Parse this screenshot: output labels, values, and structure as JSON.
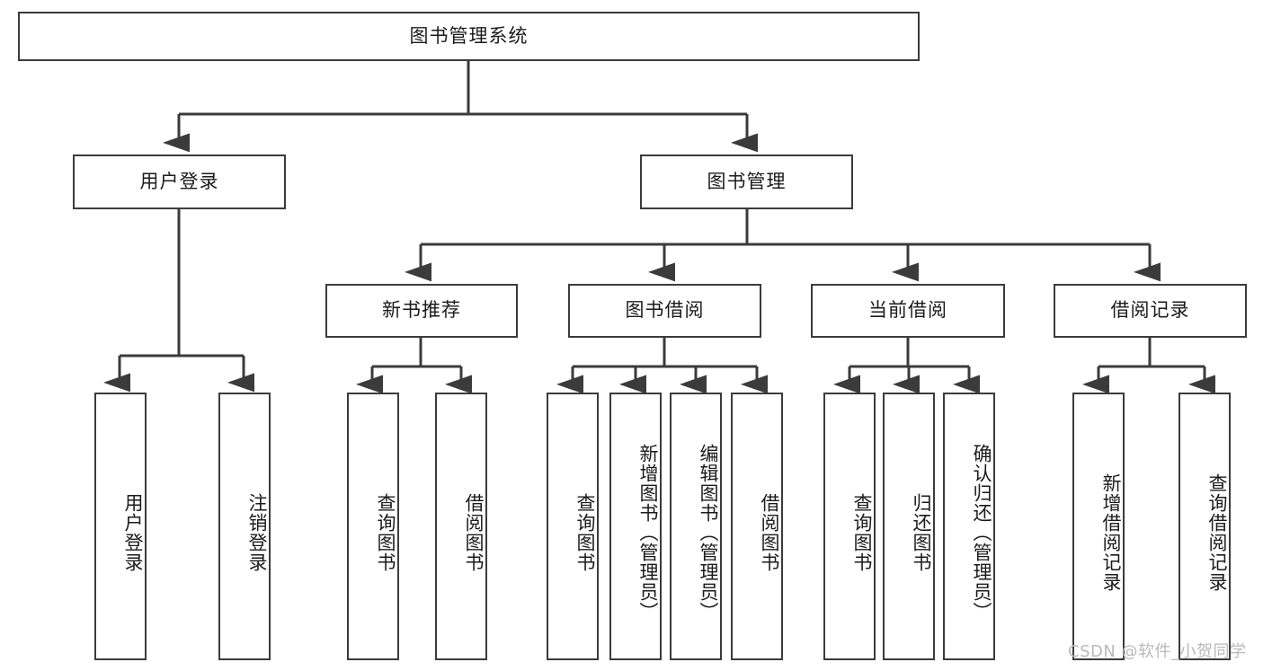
{
  "diagram": {
    "type": "tree-hierarchy-flowchart",
    "root": {
      "label": "图书管理系统"
    },
    "level2": [
      {
        "label": "用户登录"
      },
      {
        "label": "图书管理"
      }
    ],
    "level3": [
      {
        "label": "新书推荐"
      },
      {
        "label": "图书借阅"
      },
      {
        "label": "当前借阅"
      },
      {
        "label": "借阅记录"
      }
    ],
    "leaves": {
      "user_login": [
        {
          "label": "用户登录"
        },
        {
          "label": "注销登录"
        }
      ],
      "new_book_recommend": [
        {
          "label": "查询图书"
        },
        {
          "label": "借阅图书"
        }
      ],
      "book_borrow": [
        {
          "label": "查询图书"
        },
        {
          "label": "新增图书（管理员）"
        },
        {
          "label": "编辑图书（管理员）"
        },
        {
          "label": "借阅图书"
        }
      ],
      "current_borrow": [
        {
          "label": "查询图书"
        },
        {
          "label": "归还图书"
        },
        {
          "label": "确认归还（管理员）"
        }
      ],
      "borrow_record": [
        {
          "label": "新增借阅记录"
        },
        {
          "label": "查询借阅记录"
        }
      ]
    }
  },
  "watermark": {
    "text": "CSDN @软件_小贺同学"
  },
  "colors": {
    "box_border": "#3b3b3b",
    "box_fill": "#ffffff",
    "connector": "#3b3b3b",
    "text": "#1b1b1b",
    "watermark": "#b9b9b9",
    "background": "#ffffff"
  }
}
